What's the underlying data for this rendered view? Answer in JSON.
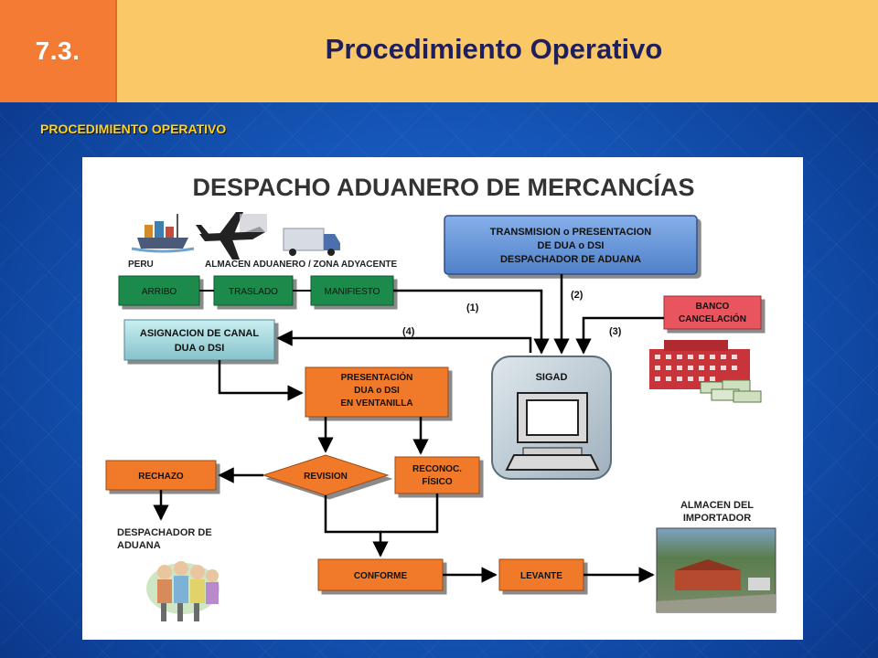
{
  "header": {
    "section_number": "7.3.",
    "title": "Procedimiento Operativo"
  },
  "subheading": "PROCEDIMIENTO OPERATIVO",
  "diagram": {
    "title": "DESPACHO ADUANERO DE MERCANCÍAS",
    "labels": {
      "peru": "PERU",
      "almacen": "ALMACEN ADUANERO / ZONA ADYACENTE",
      "despachador_de": "DESPACHADOR DE",
      "aduana": "ADUANA",
      "almacen_del": "ALMACEN DEL",
      "importador": "IMPORTADOR"
    },
    "boxes": {
      "arribo": "ARRIBO",
      "traslado": "TRASLADO",
      "manifiesto": "MANIFIESTO",
      "transmision_1": "TRANSMISION o PRESENTACION",
      "transmision_2": "DE DUA o DSI",
      "transmision_3": "DESPACHADOR DE ADUANA",
      "banco_1": "BANCO",
      "banco_2": "CANCELACIÓN",
      "asignacion_1": "ASIGNACION DE CANAL",
      "asignacion_2": "DUA o DSI",
      "presentacion_1": "PRESENTACIÓN",
      "presentacion_2": "DUA o DSI",
      "presentacion_3": "EN VENTANILLA",
      "sigad": "SIGAD",
      "revision": "REVISION",
      "rechazo": "RECHAZO",
      "reconoc_1": "RECONOC.",
      "reconoc_2": "FÍSICO",
      "conforme": "CONFORME",
      "levante": "LEVANTE"
    },
    "steps": {
      "s1": "(1)",
      "s2": "(2)",
      "s3": "(3)",
      "s4": "(4)"
    },
    "icons": [
      "ship-icon",
      "airplane-icon",
      "truck-icon",
      "bank-building-icon",
      "money-icon",
      "computer-icon",
      "people-icon",
      "warehouse-photo"
    ],
    "colors": {
      "green_box": "#1f8a4c",
      "blue_box": "#5d8fd6",
      "teal_box": "#a9d8dd",
      "orange_box": "#f07a2a",
      "red_box": "#e8555e",
      "sigad_box": "#c7d3dc"
    }
  }
}
